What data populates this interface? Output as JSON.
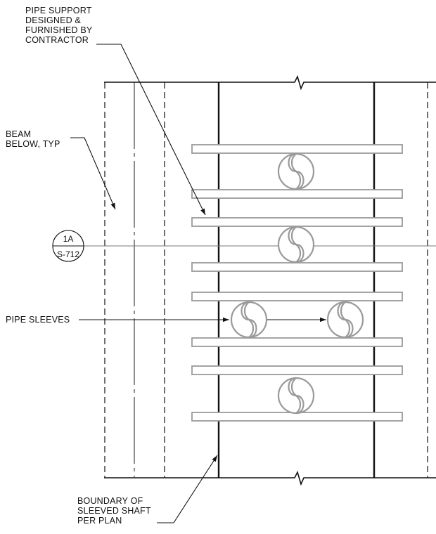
{
  "labels": {
    "pipe_support": [
      "PIPE SUPPORT",
      "DESIGNED &",
      "FURNISHED BY",
      "CONTRACTOR"
    ],
    "beam_below": [
      "BEAM",
      "BELOW, TYP"
    ],
    "pipe_sleeves": "PIPE SLEEVES",
    "boundary": [
      "BOUNDARY OF",
      "SLEEVED SHAFT",
      "PER PLAN"
    ]
  },
  "section_tag": {
    "top": "1A",
    "bottom": "S-712"
  },
  "colors": {
    "line": "#111111",
    "pipe": "#9a9a9a",
    "dashed": "#222222"
  }
}
